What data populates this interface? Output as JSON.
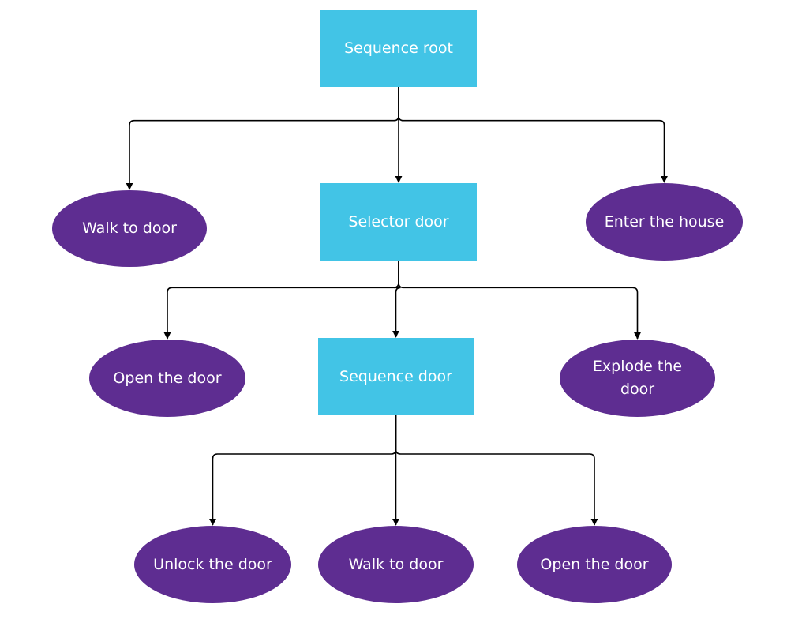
{
  "diagram": {
    "colors": {
      "composite_fill": "#42c4e6",
      "leaf_fill": "#5e2d91",
      "text": "#ffffff",
      "edge": "#000000"
    },
    "nodes": {
      "sequence_root": {
        "label": "Sequence root",
        "shape": "rectangle"
      },
      "walk_to_door_1": {
        "label": "Walk to door",
        "shape": "ellipse"
      },
      "selector_door": {
        "label": "Selector door",
        "shape": "rectangle"
      },
      "enter_the_house": {
        "label": "Enter the house",
        "shape": "ellipse"
      },
      "open_the_door_1": {
        "label": "Open the door",
        "shape": "ellipse"
      },
      "sequence_door": {
        "label": "Sequence door",
        "shape": "rectangle"
      },
      "explode_the_door": {
        "label": "Explode the door",
        "shape": "ellipse"
      },
      "unlock_the_door": {
        "label": "Unlock the door",
        "shape": "ellipse"
      },
      "walk_to_door_2": {
        "label": "Walk to door",
        "shape": "ellipse"
      },
      "open_the_door_2": {
        "label": "Open the door",
        "shape": "ellipse"
      }
    },
    "edges": [
      {
        "from": "sequence_root",
        "to": "walk_to_door_1"
      },
      {
        "from": "sequence_root",
        "to": "selector_door"
      },
      {
        "from": "sequence_root",
        "to": "enter_the_house"
      },
      {
        "from": "selector_door",
        "to": "open_the_door_1"
      },
      {
        "from": "selector_door",
        "to": "sequence_door"
      },
      {
        "from": "selector_door",
        "to": "explode_the_door"
      },
      {
        "from": "sequence_door",
        "to": "unlock_the_door"
      },
      {
        "from": "sequence_door",
        "to": "walk_to_door_2"
      },
      {
        "from": "sequence_door",
        "to": "open_the_door_2"
      }
    ]
  }
}
